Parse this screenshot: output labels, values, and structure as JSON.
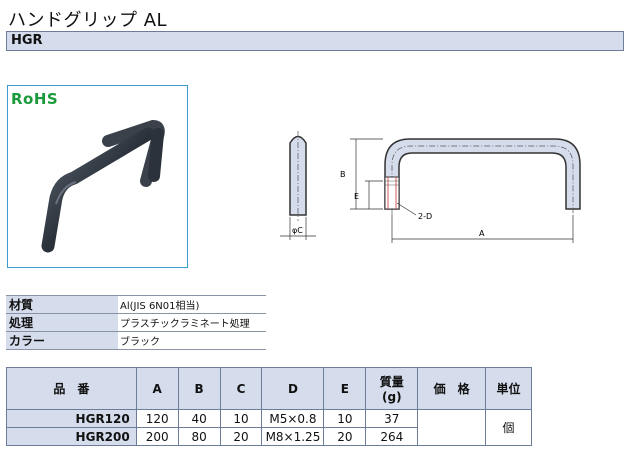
{
  "header": {
    "title": "ハンドグリップ AL",
    "code": "HGR"
  },
  "badge": {
    "text": "RoHS",
    "color": "#1b9a3b"
  },
  "drawing": {
    "labels": {
      "phiC": "φC",
      "B": "B",
      "E": "E",
      "twoD": "2-D",
      "A": "A"
    }
  },
  "spec": [
    {
      "key": "材質",
      "value": "Al(JIS 6N01相当)"
    },
    {
      "key": "処理",
      "value": "プラスチックラミネート処理"
    },
    {
      "key": "カラー",
      "value": "ブラック"
    }
  ],
  "table": {
    "headers": {
      "model": "品　番",
      "A": "A",
      "B": "B",
      "C": "C",
      "D": "D",
      "E": "E",
      "mass_line1": "質量",
      "mass_line2": "(g)",
      "price": "価　格",
      "unit": "単位"
    },
    "rows": [
      {
        "model": "HGR120",
        "A": "120",
        "B": "40",
        "C": "10",
        "D": "M5×0.8",
        "E": "10",
        "mass": "37",
        "price": ""
      },
      {
        "model": "HGR200",
        "A": "200",
        "B": "80",
        "C": "20",
        "D": "M8×1.25",
        "E": "20",
        "mass": "264",
        "price": ""
      }
    ],
    "unit_value": "個"
  },
  "colors": {
    "header_bg": "#d5dcec",
    "border": "#6d7c99",
    "photo_border": "#3d9bd1"
  }
}
